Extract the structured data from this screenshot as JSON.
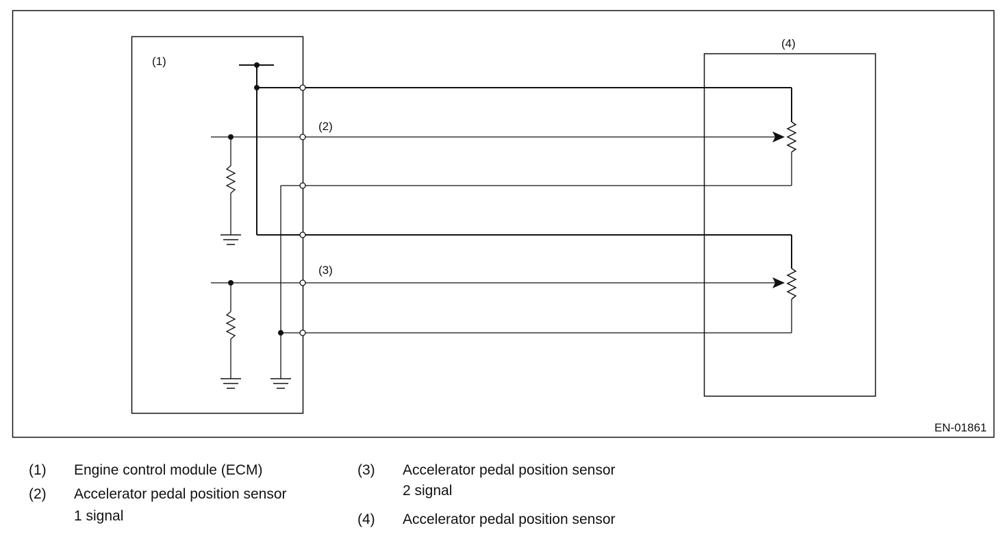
{
  "diagram": {
    "figure_code": "EN-01861",
    "labels": {
      "ecm": "(1)",
      "sensor1_signal": "(2)",
      "sensor2_signal": "(3)",
      "sensor": "(4)"
    }
  },
  "legend": [
    {
      "num": "(1)",
      "line1": "Engine control module (ECM)",
      "line2": ""
    },
    {
      "num": "(2)",
      "line1": "Accelerator pedal position sensor",
      "line2": "1 signal"
    },
    {
      "num": "(3)",
      "line1": "Accelerator pedal position sensor",
      "line2": "2 signal"
    },
    {
      "num": "(4)",
      "line1": "Accelerator pedal position sensor",
      "line2": ""
    }
  ]
}
